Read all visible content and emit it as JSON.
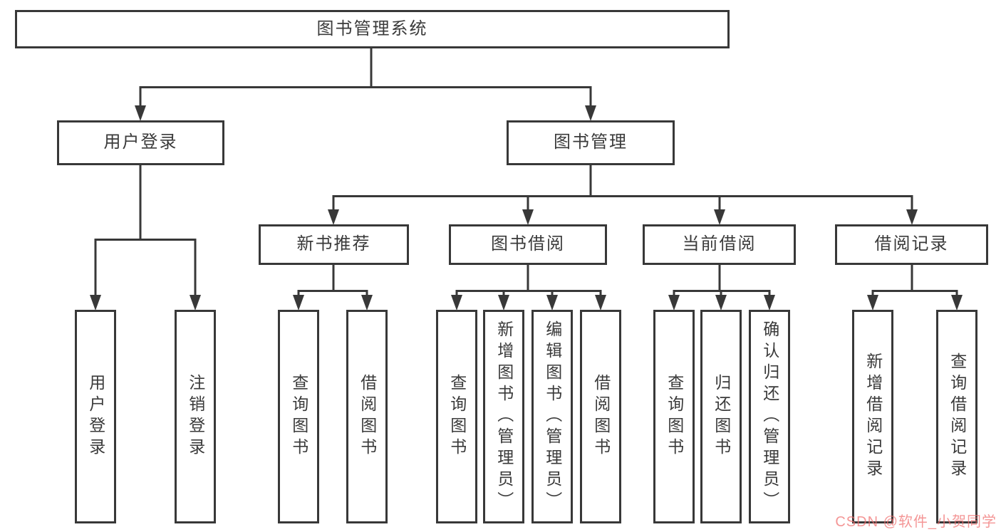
{
  "diagram": {
    "root": "图书管理系统",
    "login": {
      "label": "用户登录",
      "children": [
        "用户登录",
        "注销登录"
      ]
    },
    "management": {
      "label": "图书管理",
      "groups": [
        {
          "label": "新书推荐",
          "children": [
            "查询图书",
            "借阅图书"
          ]
        },
        {
          "label": "图书借阅",
          "children": [
            "查询图书",
            "新增图书（管理员）",
            "编辑图书（管理员）",
            "借阅图书"
          ]
        },
        {
          "label": "当前借阅",
          "children": [
            "查询图书",
            "归还图书",
            "确认归还（管理员）"
          ]
        },
        {
          "label": "借阅记录",
          "children": [
            "新增借阅记录",
            "查询借阅记录"
          ]
        }
      ]
    }
  },
  "watermark": "CSDN @软件_小贺同学",
  "colors": {
    "line": "#383838",
    "box_border": "#383838",
    "text": "#3a3a3a",
    "watermark": "#f06e6e",
    "background": "#ffffff"
  }
}
